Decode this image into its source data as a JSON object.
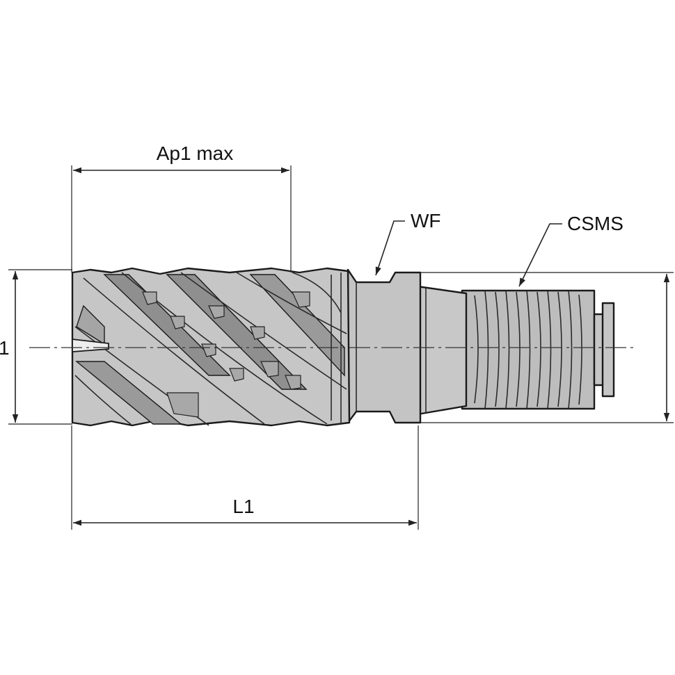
{
  "labels": {
    "ap1_max": "Ap1 max",
    "l1": "L1",
    "wf": "WF",
    "csms": "CSMS",
    "d1_partial": "1"
  },
  "colors": {
    "body_fill": "#c6c6c6",
    "body_fill_light": "#d8d8d8",
    "body_fill_dark": "#9a9a9a",
    "line": "#1a1a1a"
  }
}
